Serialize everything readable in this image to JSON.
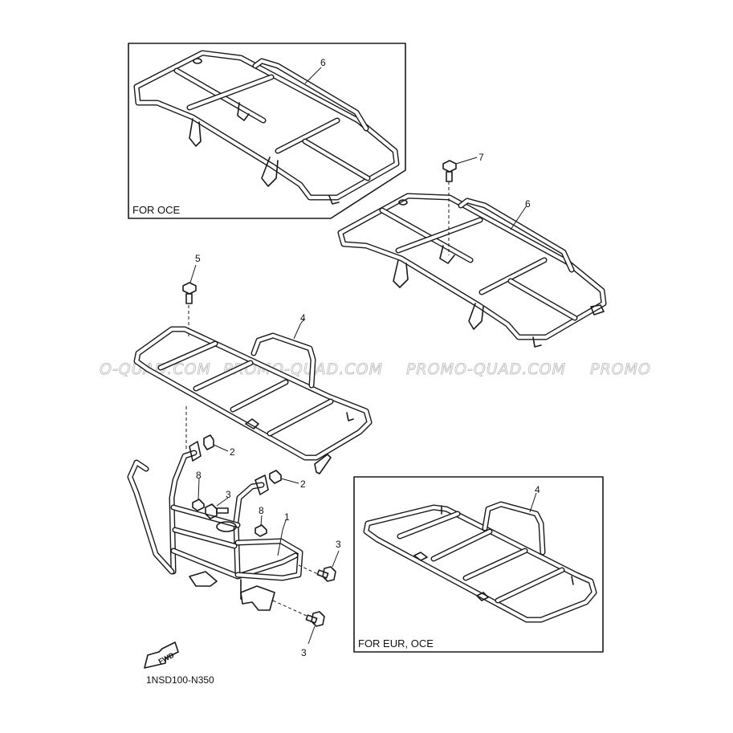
{
  "watermark": {
    "text_1": "O-QUAD.COM",
    "text_2": "PROMO-QUAD.COM",
    "text_3": "PROMO-QUAD.COM",
    "text_4": "PROMO"
  },
  "insets": {
    "top_left_label": "FOR OCE",
    "bottom_right_label": "FOR EUR, OCE"
  },
  "callouts": {
    "c1": "1",
    "c2a": "2",
    "c2b": "2",
    "c3a": "3",
    "c3b": "3",
    "c3c": "3",
    "c4a": "4",
    "c4b": "4",
    "c5": "5",
    "c6a": "6",
    "c6b": "6",
    "c7": "7",
    "c8a": "8",
    "c8b": "8"
  },
  "forward_arrow": {
    "label": "FWD"
  },
  "diagram_code": "1NSD100-N350"
}
